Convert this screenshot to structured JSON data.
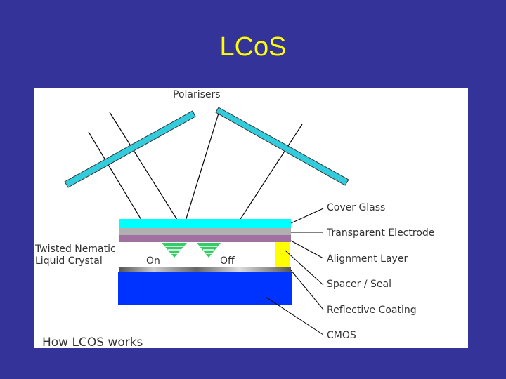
{
  "slide": {
    "title": "LCoS"
  },
  "diagram": {
    "polarisers_label": "Polarisers",
    "left_label_line1": "Twisted Nematic",
    "left_label_line2": "Liquid Crystal",
    "on_label": "On",
    "off_label": "Off",
    "caption": "How LCOS works",
    "layer_labels": [
      "Cover Glass",
      "Transparent Electrode",
      "Alignment Layer",
      "Spacer / Seal",
      "Reflective Coating",
      "CMOS"
    ],
    "colors": {
      "background": "#333399",
      "title": "#ffff00",
      "polariser": "#33ccdd",
      "cover_glass": "#00ffff",
      "electrode": "#b0b0b0",
      "alignment": "#a070a0",
      "liquid_crystal": "#33cc66",
      "spacer": "#ffff00",
      "cmos": "#0033ff"
    }
  }
}
